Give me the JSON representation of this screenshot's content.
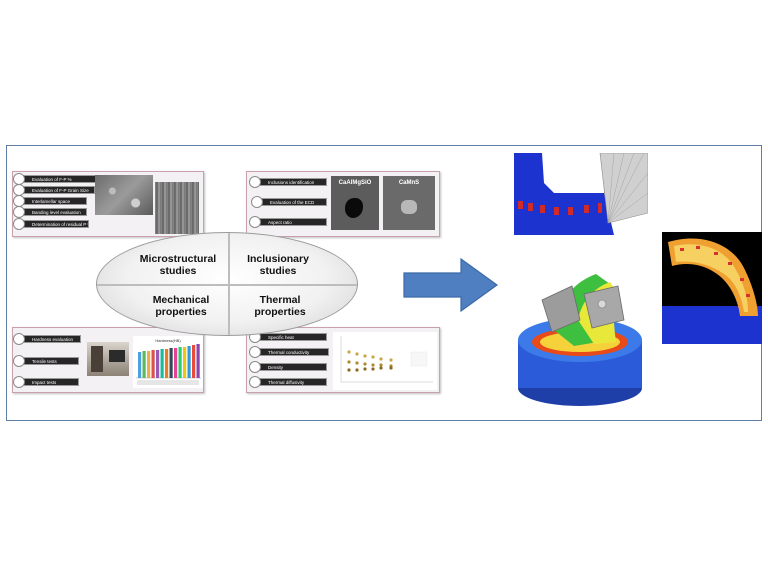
{
  "quadrants": {
    "microstructural": "Microstructural studies",
    "inclusionary": "Inclusionary studies",
    "mechanical": "Mechanical properties",
    "thermal": "Thermal properties"
  },
  "panels": {
    "micro": {
      "items": [
        "Evaluation of F-P %",
        "Evaluation of F-P Grain Size",
        "Interlamellar space",
        "Banding level evaluation",
        "Determination of residual P %"
      ]
    },
    "inclusion": {
      "items": [
        "Inclusions identification",
        "Evaluation of the ECD",
        "Aspect ratio"
      ],
      "cell_labels": [
        "CaAlMgSiO",
        "CaMnS"
      ]
    },
    "mechanical": {
      "items": [
        "Hardness evaluation",
        "Tensile tests",
        "Impact tests"
      ],
      "chart_title": "Hardness(HB)"
    },
    "thermal": {
      "items": [
        "Specific heat",
        "Thermal conductivity",
        "Density",
        "Thermal diffusivity"
      ]
    }
  },
  "colors": {
    "frame": "#5f7fa6",
    "arrow": "#4f7fc0",
    "pill": "#262626",
    "sim_blue": "#1d33cf"
  }
}
